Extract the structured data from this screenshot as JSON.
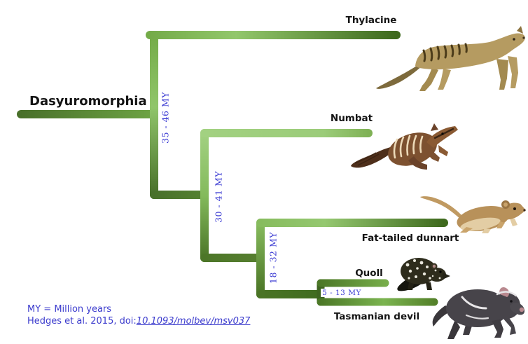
{
  "title": "Dasyuromorphia",
  "species": [
    {
      "name": "Thylacine"
    },
    {
      "name": "Numbat"
    },
    {
      "name": "Fat-tailed dunnart"
    },
    {
      "name": "Quoll"
    },
    {
      "name": "Tasmanian devil"
    }
  ],
  "divergence_labels": [
    {
      "text": "35 - 46 MY"
    },
    {
      "text": "30 - 41 MY"
    },
    {
      "text": "18 - 32 MY"
    },
    {
      "text": "5 - 13 MY"
    }
  ],
  "tree": {
    "name": "Dasyuromorphia",
    "divergence_my": [
      35,
      46
    ],
    "children": [
      {
        "name": "Thylacine"
      },
      {
        "divergence_my": [
          30,
          41
        ],
        "children": [
          {
            "name": "Numbat"
          },
          {
            "divergence_my": [
              18,
              32
            ],
            "children": [
              {
                "name": "Fat-tailed dunnart"
              },
              {
                "divergence_my": [
                  5,
                  13
                ],
                "children": [
                  {
                    "name": "Quoll"
                  },
                  {
                    "name": "Tasmanian devil"
                  }
                ]
              }
            ]
          }
        ]
      }
    ]
  },
  "footer": {
    "legend": "MY = Million years",
    "citation_prefix": "Hedges et al. 2015, doi:",
    "citation_link": "10.1093/molbev/msv037"
  },
  "colors": {
    "label_blue": "#3737d2",
    "branch_light_green": "#9ccd7a",
    "branch_mid_green": "#6fa843",
    "branch_dark_green": "#3f6a1e",
    "text_black": "#141414",
    "background": "#ffffff"
  }
}
